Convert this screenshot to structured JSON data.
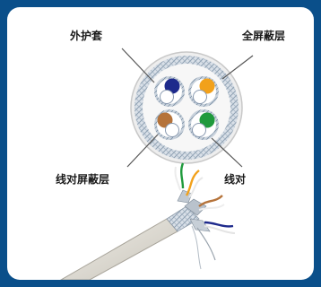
{
  "labels": {
    "outer_sheath": "外护套",
    "overall_shield": "全屏蔽层",
    "pair_shield": "线对屏蔽层",
    "twisted_pair": "线对"
  },
  "colors": {
    "frame": "#0a4f8a",
    "pair_blue": "#1e2a8c",
    "pair_orange": "#f2a11b",
    "pair_brown": "#b5733a",
    "pair_green": "#1f9a3c",
    "shield": "#bcc6d0",
    "jacket": "#e6e6e6"
  },
  "icons": [
    "cable-cross-section",
    "cable-photo"
  ]
}
